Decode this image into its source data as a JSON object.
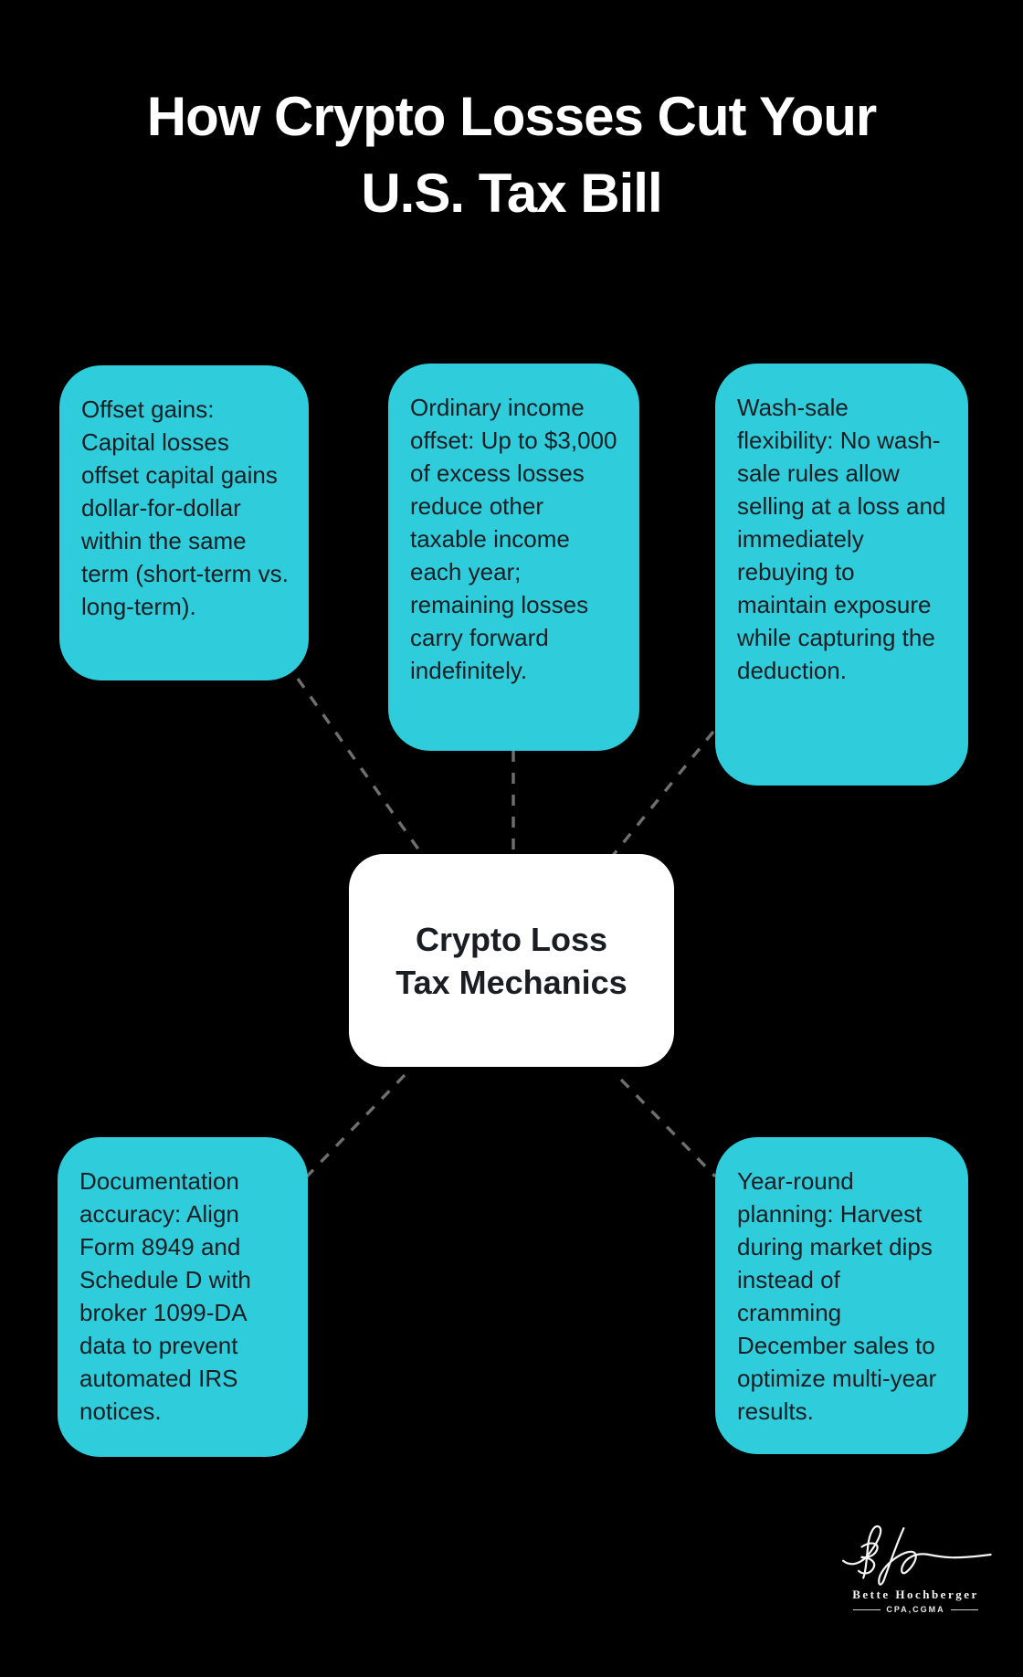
{
  "title": {
    "line1": "How Crypto Losses Cut Your",
    "line2": "U.S. Tax Bill"
  },
  "center_node": {
    "label": "Crypto Loss Tax Mechanics"
  },
  "nodes": [
    {
      "id": "offset-gains",
      "text": "Offset gains: Capital losses offset capital gains dollar-for-dollar within the same term (short-term vs. long-term)."
    },
    {
      "id": "ordinary-income-offset",
      "text": "Ordinary income offset: Up to $3,000 of excess losses reduce other taxable income each year; remaining losses carry forward indefinitely."
    },
    {
      "id": "wash-sale-flexibility",
      "text": "Wash-sale flexibility: No wash-sale rules allow selling at a loss and immediately rebuying to maintain exposure while capturing the deduction."
    },
    {
      "id": "documentation-accuracy",
      "text": "Documentation accuracy: Align Form 8949 and Schedule D with broker 1099-DA data to prevent automated IRS notices."
    },
    {
      "id": "year-round-planning",
      "text": "Year-round planning: Harvest during market dips instead of cramming December sales to optimize multi-year results."
    }
  ],
  "logo": {
    "monogram": "BH",
    "name": "Bette Hochberger",
    "credentials": "CPA,CGMA"
  },
  "colors": {
    "background": "#000000",
    "node_fill": "#2FCDDB",
    "node_text": "#1A1D21",
    "center_fill": "#FFFFFF",
    "connector": "#6F6F6F",
    "title_text": "#FFFFFF"
  }
}
